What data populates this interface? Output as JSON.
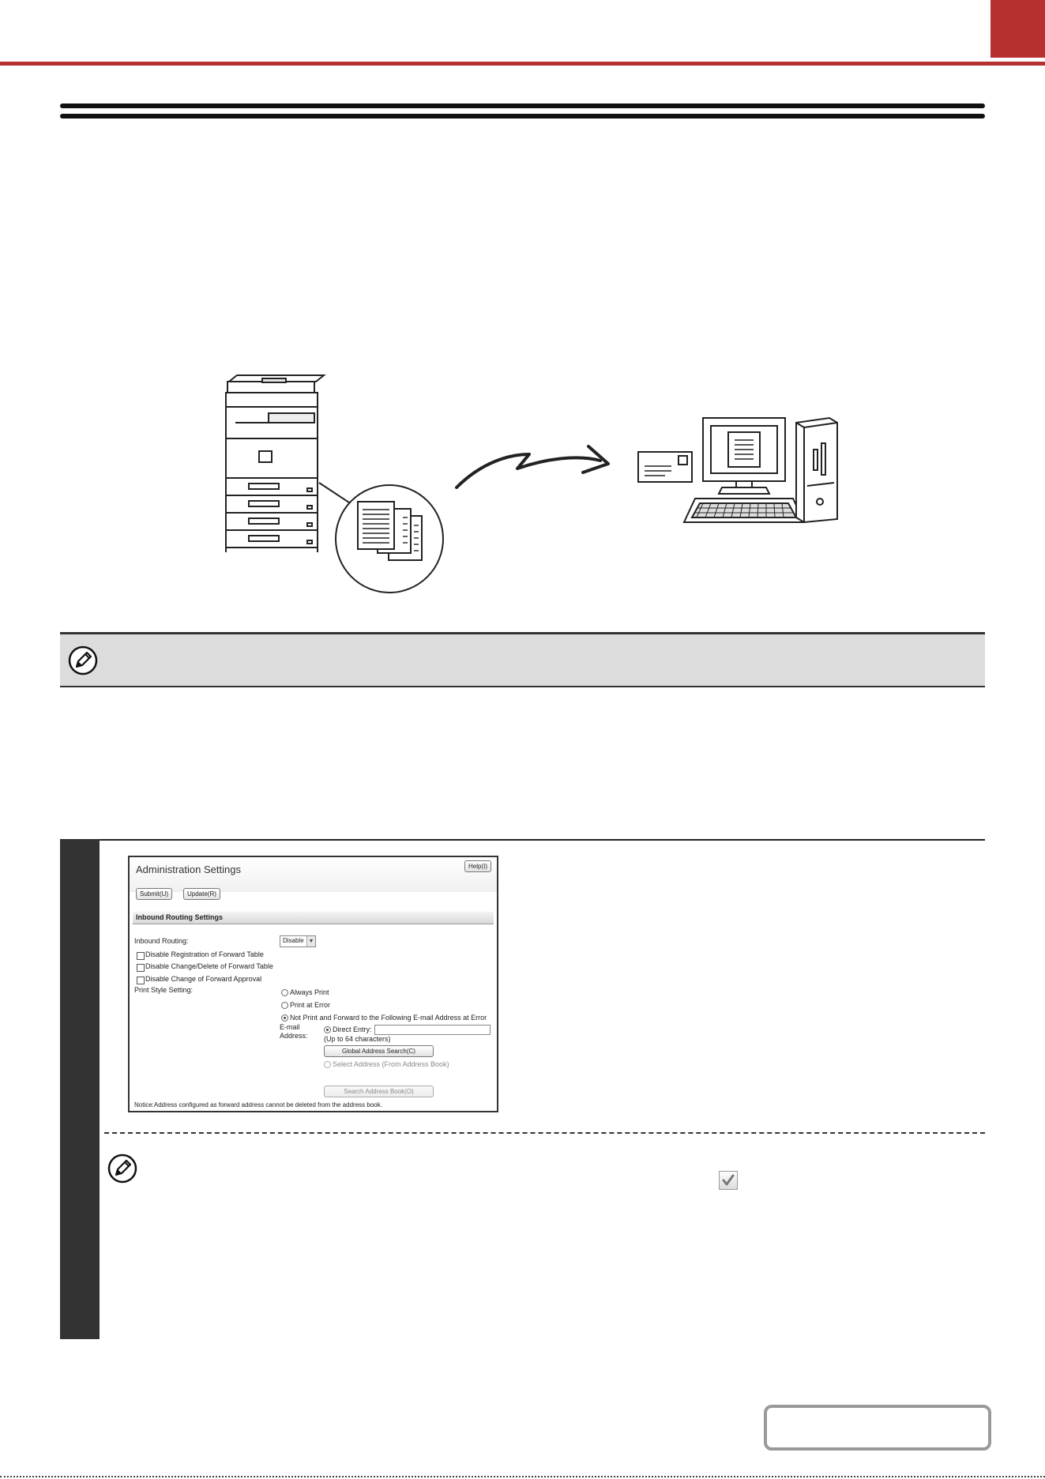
{
  "colors": {
    "accent": "#b5302f",
    "note_band": "#dcdcdc",
    "step_sidebar": "#333333"
  },
  "icons": {
    "note": "pencil-note-icon",
    "check": "checkmark-icon"
  },
  "admin_screen": {
    "title": "Administration Settings",
    "help_button": "Help(I)",
    "submit_button": "Submit(U)",
    "update_button": "Update(R)",
    "section_title": "Inbound Routing Settings",
    "inbound_routing_label": "Inbound Routing:",
    "inbound_routing_value": "Disable",
    "checkbox_registration": "Disable Registration of Forward Table",
    "checkbox_change_delete": "Disable Change/Delete of Forward Table",
    "checkbox_approval": "Disable Change of Forward Approval",
    "print_style_label": "Print Style Setting:",
    "radio_always_print": "Always Print",
    "radio_print_at_error": "Print at Error",
    "radio_not_print": "Not Print and Forward to the Following E-mail Address at Error",
    "email_label_1": "E-mail",
    "email_label_2": "Address:",
    "direct_entry_label": "Direct Entry:",
    "char_limit": "(Up to 64 characters)",
    "global_search_button": "Global Address Search(C)",
    "select_address_label": "Select Address (From Address Book)",
    "search_book_button": "Search Address Book(O)",
    "notice": "Notice:Address configured as forward address cannot be deleted from the address book."
  }
}
